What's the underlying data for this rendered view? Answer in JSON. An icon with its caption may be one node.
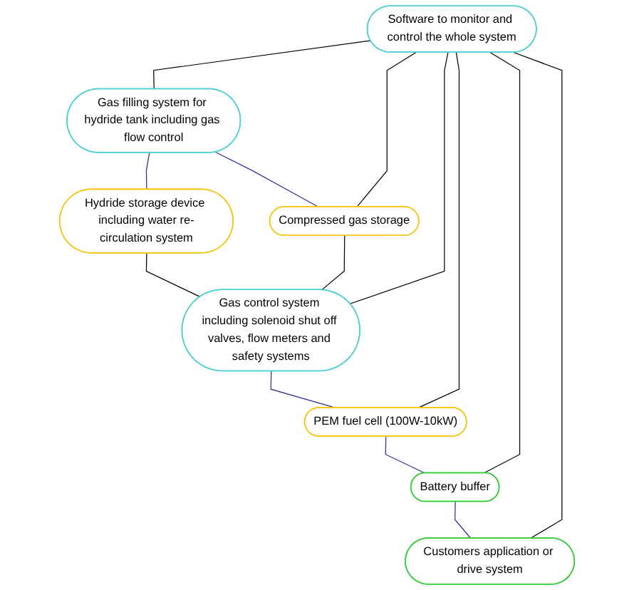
{
  "diagram": {
    "nodes": [
      {
        "text": [
          "Gas filling system for hydride tank including gas flow control"
        ]
      },
      {
        "text": [
          "Hydride storage device including water re-circulation system"
        ]
      },
      {
        "text": [
          "Compressed gas storage"
        ]
      },
      {
        "text": [
          "Gas control system including solenoid shut off valves, flow meters and safety systems"
        ]
      },
      {
        "text": [
          "PEM fuel cell (100W-10kW)"
        ]
      },
      {
        "text": [
          "Battery buffer"
        ]
      },
      {
        "text": [
          "Customers application or drive system"
        ]
      },
      {
        "text": [
          "Software to monitor and control the whole system"
        ]
      }
    ],
    "edges": [
      {
        "from": 0,
        "to": 1,
        "arrow": "none",
        "color": "#2e3192"
      },
      {
        "from": 0,
        "to": 2,
        "arrow": "none",
        "color": "#2e3192"
      },
      {
        "from": 1,
        "to": 3,
        "arrow": "none"
      },
      {
        "from": 2,
        "to": 3,
        "arrow": "none"
      },
      {
        "from": 3,
        "to": 4,
        "arrow": "none",
        "color": "#2e3192"
      },
      {
        "from": 4,
        "to": 5,
        "arrow": "none",
        "color": "#2e3192"
      },
      {
        "from": 5,
        "to": 6,
        "arrow": "none",
        "color": "#2e3192"
      },
      {
        "from": 7,
        "to": 0,
        "arrow": "none"
      },
      {
        "from": 7,
        "to": 2,
        "arrow": "none"
      },
      {
        "from": 7,
        "to": 3,
        "arrow": "none"
      },
      {
        "from": 7,
        "to": 4,
        "arrow": "none"
      },
      {
        "from": 7,
        "to": 5,
        "arrow": "none"
      },
      {
        "from": 7,
        "to": 6,
        "arrow": "none"
      }
    ]
  }
}
